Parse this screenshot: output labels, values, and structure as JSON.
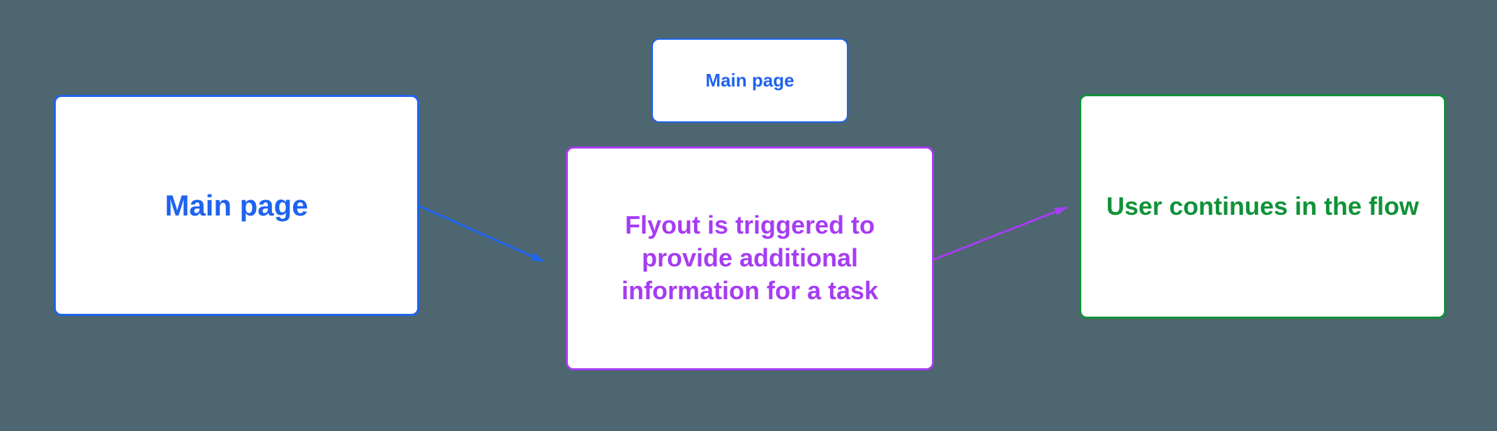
{
  "colors": {
    "background": "#4D6670",
    "blue": "#1E63F0",
    "purple": "#A63CF3",
    "green": "#0F9238",
    "node-fill": "#FFFFFF"
  },
  "nodes": {
    "main_page": {
      "label": "Main page"
    },
    "main_page_small": {
      "label": "Main page"
    },
    "flyout": {
      "label": "Flyout is triggered to\nprovide additional\ninformation for a task"
    },
    "user_flow": {
      "label": "User continues in the flow"
    }
  }
}
